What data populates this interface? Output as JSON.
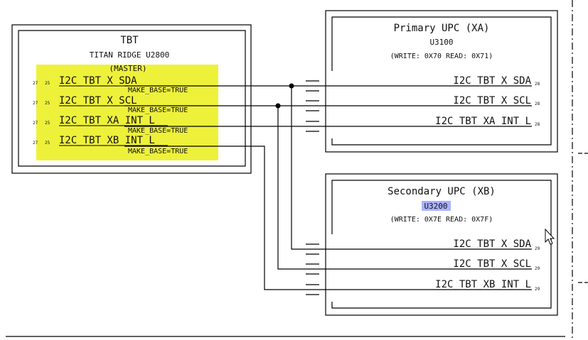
{
  "tbt": {
    "title": "TBT",
    "subtitle": "TITAN RIDGE U2800",
    "role": "(MASTER)",
    "signals": [
      {
        "pins_a": "27",
        "pins_b": "25",
        "name": "I2C_TBT_X_SDA",
        "attr": "MAKE_BASE=TRUE"
      },
      {
        "pins_a": "27",
        "pins_b": "25",
        "name": "I2C_TBT_X_SCL",
        "attr": "MAKE_BASE=TRUE"
      },
      {
        "pins_a": "27",
        "pins_b": "25",
        "name": "I2C_TBT_XA_INT_L",
        "attr": "MAKE_BASE=TRUE"
      },
      {
        "pins_a": "27",
        "pins_b": "25",
        "name": "I2C_TBT_XB_INT_L",
        "attr": "MAKE_BASE=TRUE"
      }
    ]
  },
  "primary": {
    "title": "Primary UPC (XA)",
    "ref": "U3100",
    "addr": "(WRITE: 0X70 READ: 0X71)",
    "signals": [
      {
        "name": "I2C_TBT_X_SDA",
        "page": "28"
      },
      {
        "name": "I2C_TBT_X_SCL",
        "page": "28"
      },
      {
        "name": "I2C_TBT_XA_INT_L",
        "page": "28"
      }
    ]
  },
  "secondary": {
    "title": "Secondary UPC (XB)",
    "ref": "U3200",
    "addr": "(WRITE: 0X7E READ: 0X7F)",
    "signals": [
      {
        "name": "I2C_TBT_X_SDA",
        "page": "29"
      },
      {
        "name": "I2C_TBT_X_SCL",
        "page": "29"
      },
      {
        "name": "I2C_TBT_XB_INT_L",
        "page": "29"
      }
    ]
  },
  "colors": {
    "highlight": "#eef13a",
    "selection": "#aab2ff"
  }
}
